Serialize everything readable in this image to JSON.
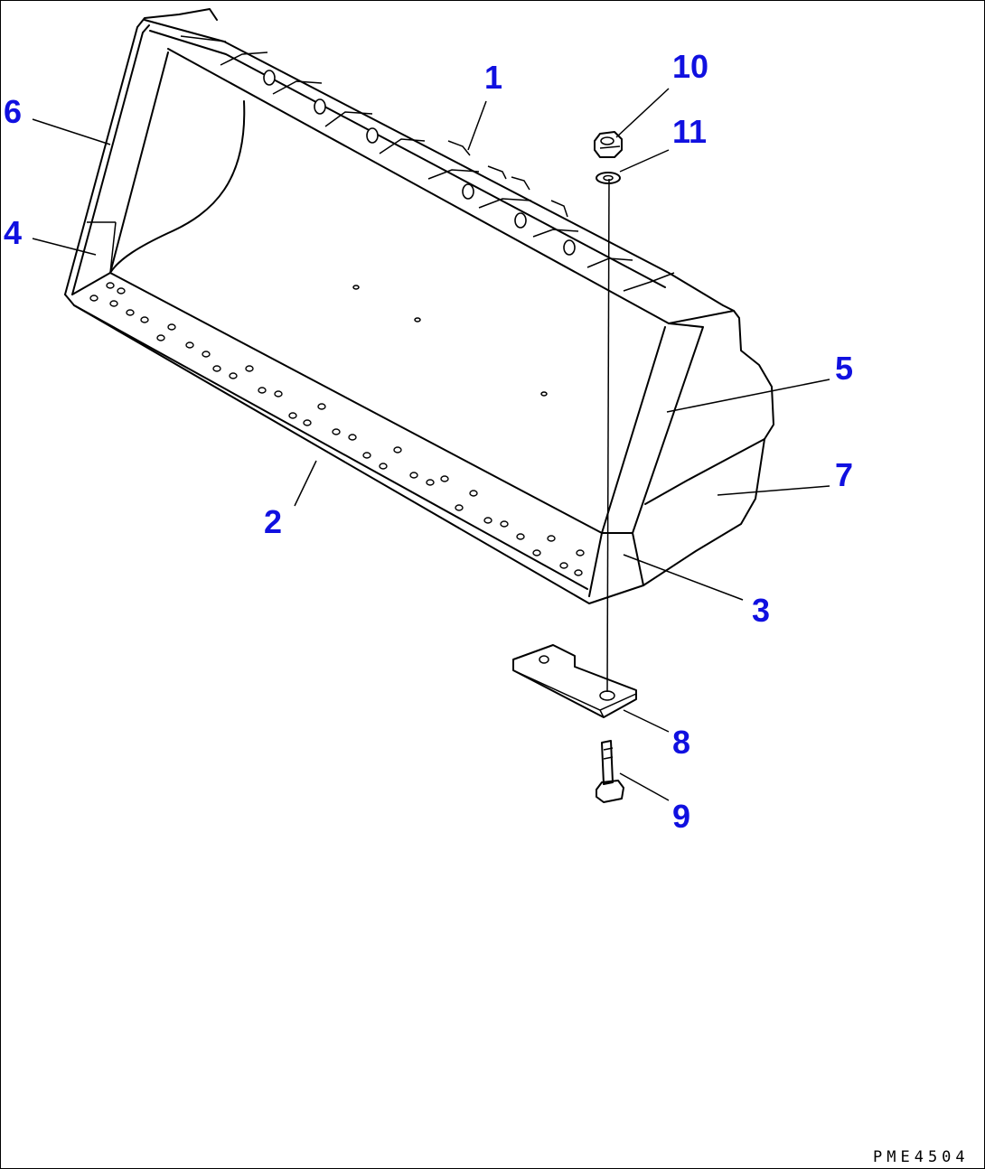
{
  "diagram": {
    "drawing_code": "PME4504",
    "callouts": [
      {
        "id": "1",
        "label": "1"
      },
      {
        "id": "2",
        "label": "2"
      },
      {
        "id": "3",
        "label": "3"
      },
      {
        "id": "4",
        "label": "4"
      },
      {
        "id": "5",
        "label": "5"
      },
      {
        "id": "6",
        "label": "6"
      },
      {
        "id": "7",
        "label": "7"
      },
      {
        "id": "8",
        "label": "8"
      },
      {
        "id": "9",
        "label": "9"
      },
      {
        "id": "10",
        "label": "10"
      },
      {
        "id": "11",
        "label": "11"
      }
    ],
    "colors": {
      "callout_text": "#1010e0",
      "line_art": "#000000",
      "background": "#ffffff"
    }
  }
}
